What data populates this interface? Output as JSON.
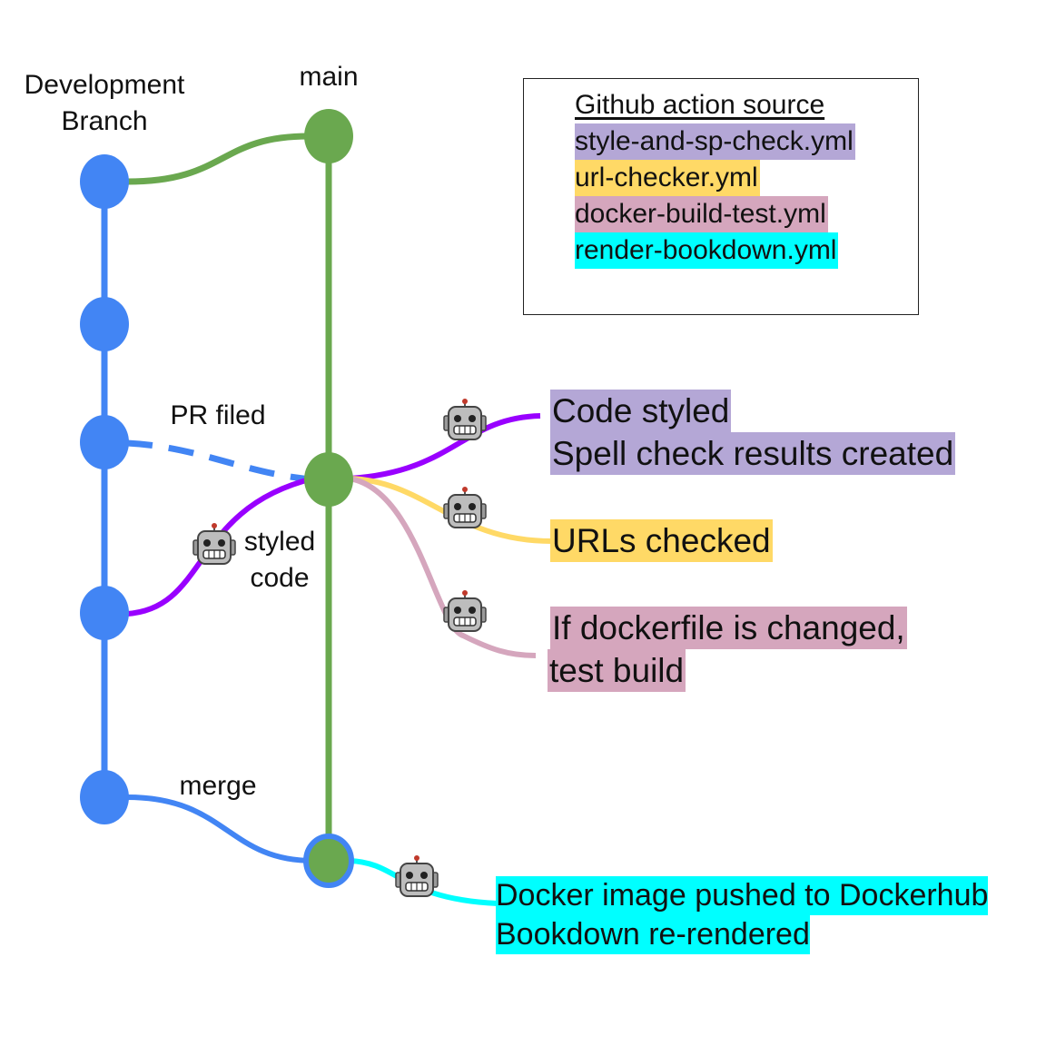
{
  "colors": {
    "dev_branch": "#4285f4",
    "main_branch": "#6aa84f",
    "style_check": "#b4a7d6",
    "style_line": "#9900ff",
    "url_check": "#ffd966",
    "docker_build": "#d5a6bd",
    "render": "#00ffff"
  },
  "labels": {
    "development_branch": [
      "Development",
      "Branch"
    ],
    "main": "main",
    "pr_filed": "PR filed",
    "styled_code": [
      "styled",
      "code"
    ],
    "merge": "merge"
  },
  "legend": {
    "title": "Github action source",
    "items": [
      {
        "text": "style-and-sp-check.yml",
        "color": "#b4a7d6"
      },
      {
        "text": "url-checker.yml",
        "color": "#ffd966"
      },
      {
        "text": "docker-build-test.yml",
        "color": "#d5a6bd"
      },
      {
        "text": "render-bookdown.yml",
        "color": "#00ffff"
      }
    ]
  },
  "outcomes": {
    "style": [
      "Code styled",
      "Spell check results created"
    ],
    "urls": [
      "URLs checked"
    ],
    "docker": [
      "If dockerfile is changed,",
      "test build"
    ],
    "render": [
      "Docker image pushed to Dockerhub",
      "Bookdown re-rendered"
    ]
  },
  "icons": [
    "robot-icon"
  ]
}
